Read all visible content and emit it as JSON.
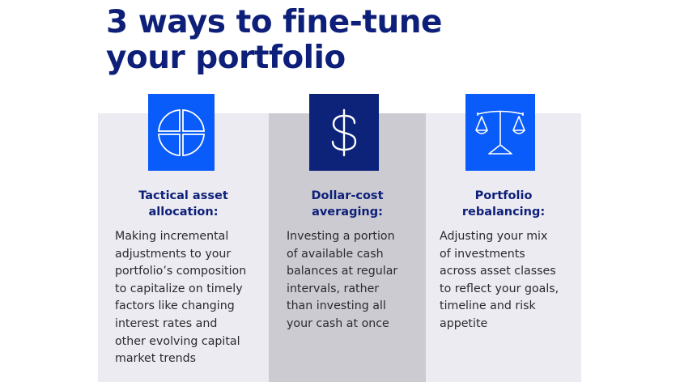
{
  "title": {
    "lines": [
      "3 ways to fine-tune",
      "your portfolio"
    ],
    "color": "#0d1f79"
  },
  "colors": {
    "bright_blue": "#0a5cfa",
    "navy": "#0c2379",
    "panel_light": "#ecebf1",
    "panel_mid": "#cbcbd1",
    "heading_text": "#0d1f79",
    "body_text": "#2a2a2e"
  },
  "cards": [
    {
      "icon": "pie-quadrants-icon",
      "heading_lines": [
        "Tactical asset",
        "allocation:"
      ],
      "body_lines": [
        "Making incremental",
        "adjustments to your",
        "portfolio’s composition",
        "to capitalize on timely",
        "factors like changing",
        "interest rates and",
        "other evolving capital",
        "market trends"
      ]
    },
    {
      "icon": "dollar-sign-icon",
      "icon_glyph": "$",
      "heading_lines": [
        "Dollar-cost",
        "averaging:"
      ],
      "body_lines": [
        "Investing a portion",
        "of available cash",
        "balances at regular",
        "intervals, rather",
        "than investing all",
        "your cash at once"
      ]
    },
    {
      "icon": "balance-scale-icon",
      "heading_lines": [
        "Portfolio",
        "rebalancing:"
      ],
      "body_lines": [
        "Adjusting your mix",
        "of investments",
        "across asset classes",
        "to reflect your goals,",
        "timeline and risk",
        "appetite"
      ]
    }
  ]
}
